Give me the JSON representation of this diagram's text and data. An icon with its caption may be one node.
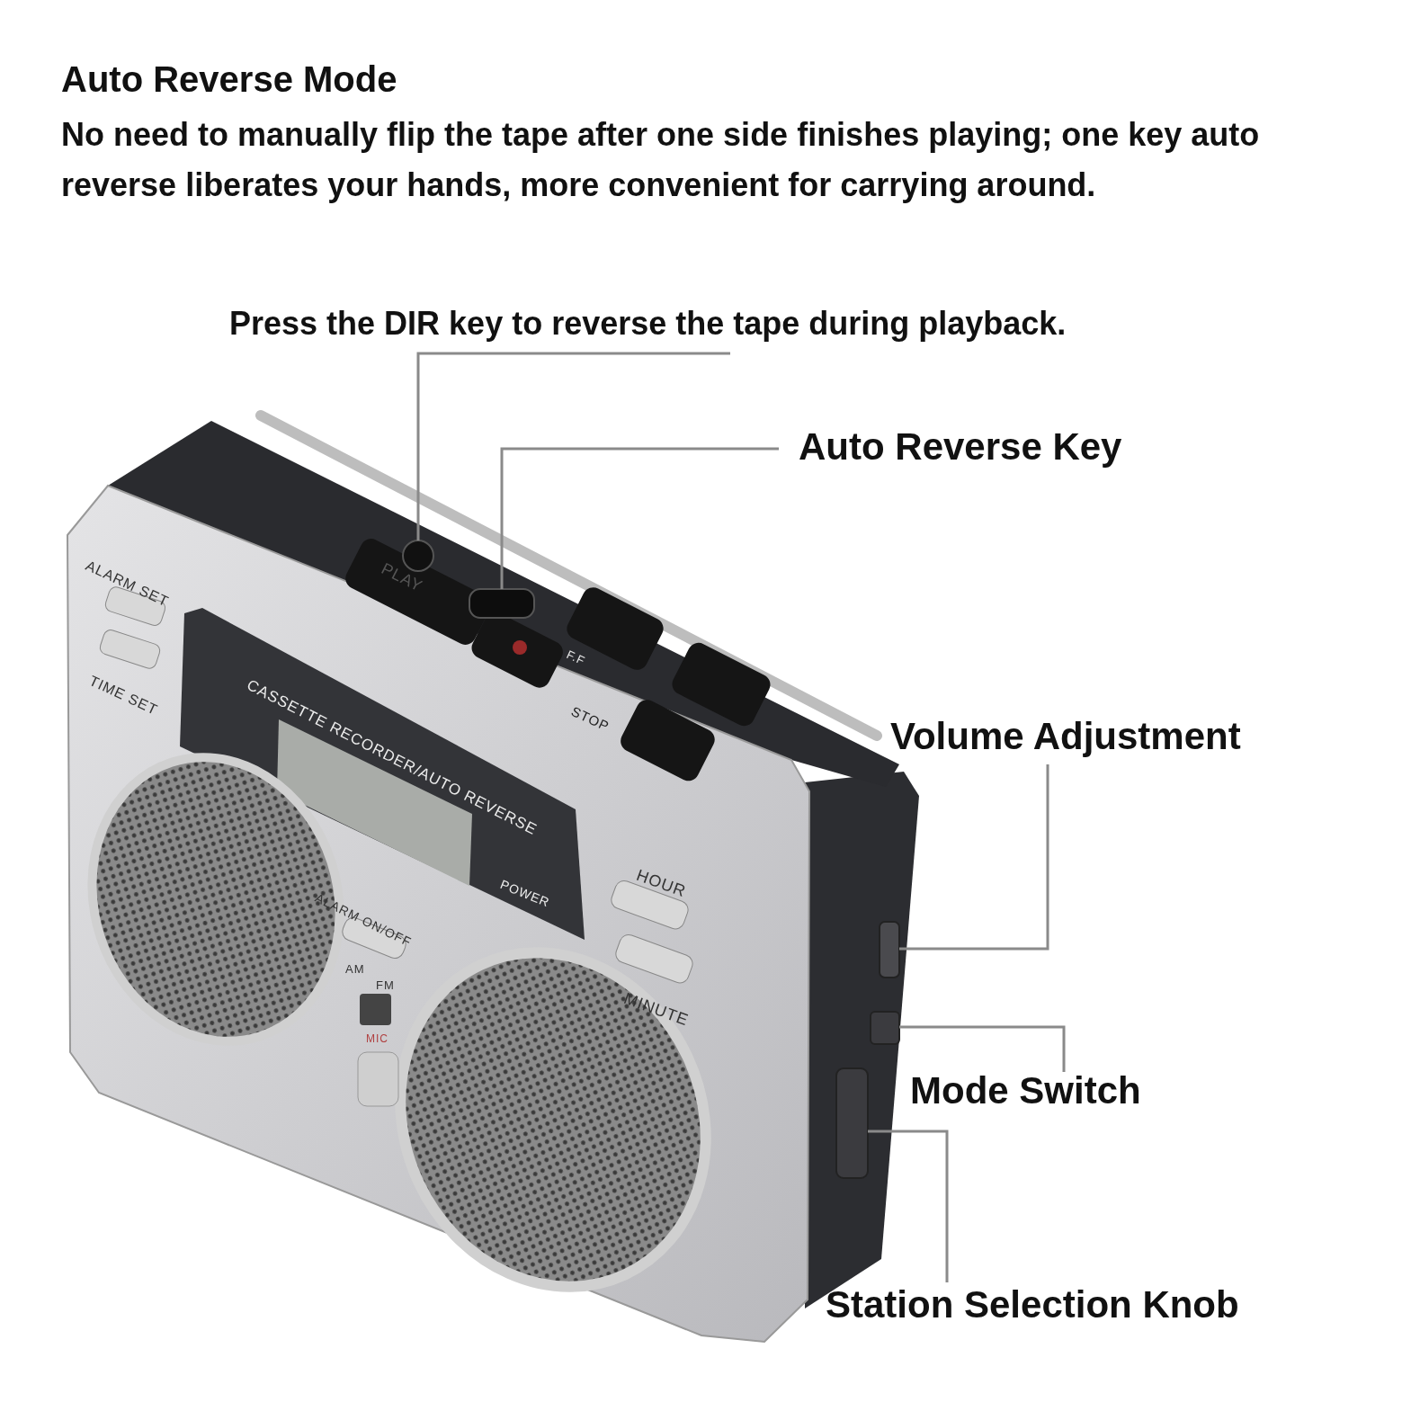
{
  "diagram": {
    "title": "Auto Reverse Mode",
    "nodes": [
      {
        "text": [
          "Press the DIR key to reverse the tape during playback."
        ]
      },
      {
        "text": [
          "Auto Reverse Key"
        ]
      },
      {
        "text": [
          "Volume Adjustment"
        ]
      },
      {
        "text": [
          "Mode Switch"
        ]
      },
      {
        "text": [
          "Station Selection Knob"
        ]
      },
      {
        "text": [],
        "shape": "circle"
      },
      {
        "text": [],
        "shape": "box"
      },
      {
        "text": [],
        "shape": "box"
      },
      {
        "text": [],
        "shape": "box"
      },
      {
        "text": [],
        "shape": "box"
      }
    ],
    "edges": [
      {
        "from": 0,
        "to": 5,
        "arrow": "none"
      },
      {
        "from": 1,
        "to": 6,
        "arrow": "none"
      },
      {
        "from": 2,
        "to": 7,
        "arrow": "none"
      },
      {
        "from": 3,
        "to": 8,
        "arrow": "none"
      },
      {
        "from": 4,
        "to": 9,
        "arrow": "none"
      }
    ],
    "labels": [
      "No need to manually flip the tape after one side finishes playing; one key auto reverse liberates your hands, more convenient for carrying around.",
      "ALARM SET",
      "TIME SET",
      "CASSETTE RECORDER/AUTO REVERSE",
      "POWER",
      "HOUR",
      "MINUTE",
      "ALARM ON/OFF",
      "AM",
      "FM",
      "MIC",
      "PLAY",
      "F.F",
      "STOP"
    ]
  }
}
